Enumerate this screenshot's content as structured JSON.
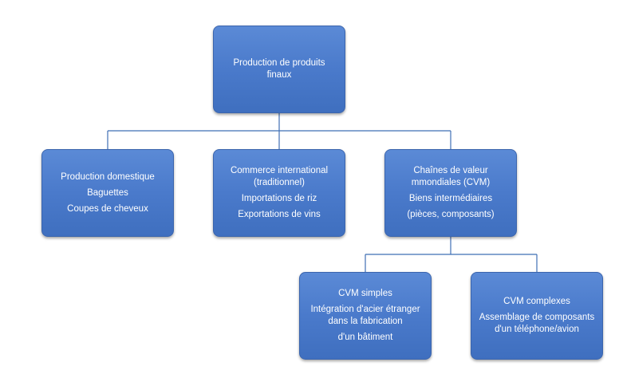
{
  "diagram": {
    "root": {
      "lines": [
        "Production de produits",
        "finaux"
      ]
    },
    "domestic": {
      "lines": [
        "Production domestique",
        "Baguettes",
        "Coupes de cheveux"
      ]
    },
    "trade": {
      "lines": [
        "Commerce international",
        "(traditionnel)",
        "Importations de riz",
        "Exportations de vins"
      ]
    },
    "cvm": {
      "lines": [
        "Chaînes de valeur",
        "mmondiales (CVM)",
        "Biens intermédiaires",
        "(pièces, composants)"
      ]
    },
    "simple": {
      "lines": [
        "CVM simples",
        "Intégration d'acier étranger",
        "dans la fabrication",
        "d'un bâtiment"
      ]
    },
    "complex": {
      "lines": [
        "CVM complexes",
        "Assemblage de composants",
        "d'un téléphone/avion"
      ]
    },
    "colors": {
      "box_fill": "#4a7acb",
      "box_border": "#3b65ad",
      "connector": "#3f6fb5",
      "text": "#ffffff"
    }
  }
}
